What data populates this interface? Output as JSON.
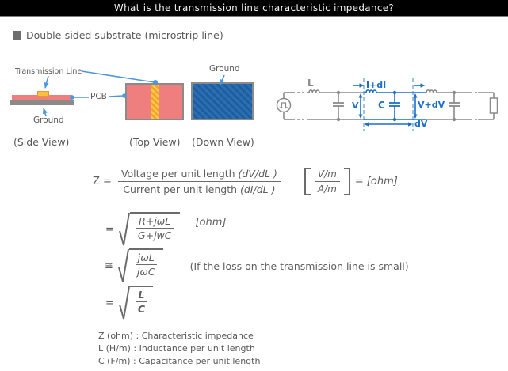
{
  "title": "What is the transmission line characteristic impedance?",
  "section": {
    "heading": "Double-sided substrate (microstrip line)"
  },
  "diagram": {
    "labels": {
      "transmission_line": "Transmission Line",
      "pcb": "PCB",
      "ground_side": "Ground",
      "ground_down": "Ground",
      "side_view": "(Side View)",
      "top_view": "(Top View)",
      "down_view": "(Down View)"
    },
    "colors": {
      "pcb_pink": "#EF7E7E",
      "trace_yellow": "#FFBE3C",
      "trace_orange": "#EFA233",
      "ground_gray": "#8a8a8a",
      "copper_blue": "#2A6FB4",
      "copper_blue_dark": "#1F5D9D",
      "leader_blue": "#4a97dd"
    }
  },
  "circuit": {
    "labels": {
      "inductance": "L",
      "current": "I+dI",
      "voltage": "V",
      "capacitance": "C",
      "voltage_out": "V+dV",
      "dv": "dV"
    },
    "colors": {
      "wire_gray": "#8a8a8a",
      "highlight_blue": "#1b6fc7"
    }
  },
  "formula": {
    "line1": {
      "lhs": "Z =",
      "num_text": "Voltage per unit length ",
      "num_math": "(dV/dL )",
      "den_text": "Current per unit length ",
      "den_math": "(dI/dL )",
      "unit_num": "V/m",
      "unit_den": "A/m",
      "eq_result": "= [ohm]"
    },
    "line2": {
      "eq": "=",
      "num": "R+jωL",
      "den": "G+jwC",
      "unit": "[ohm]"
    },
    "line3": {
      "eq": "≅",
      "num": "jωL",
      "den": "jωC",
      "note": "(If the loss on the transmission line is small)"
    },
    "line4": {
      "eq": "=",
      "num": "L",
      "den": "C"
    }
  },
  "legend": [
    "Z (ohm) : Characteristic impedance",
    "L (H/m) : Inductance per unit length",
    "C (F/m) : Capacitance per unit length"
  ]
}
